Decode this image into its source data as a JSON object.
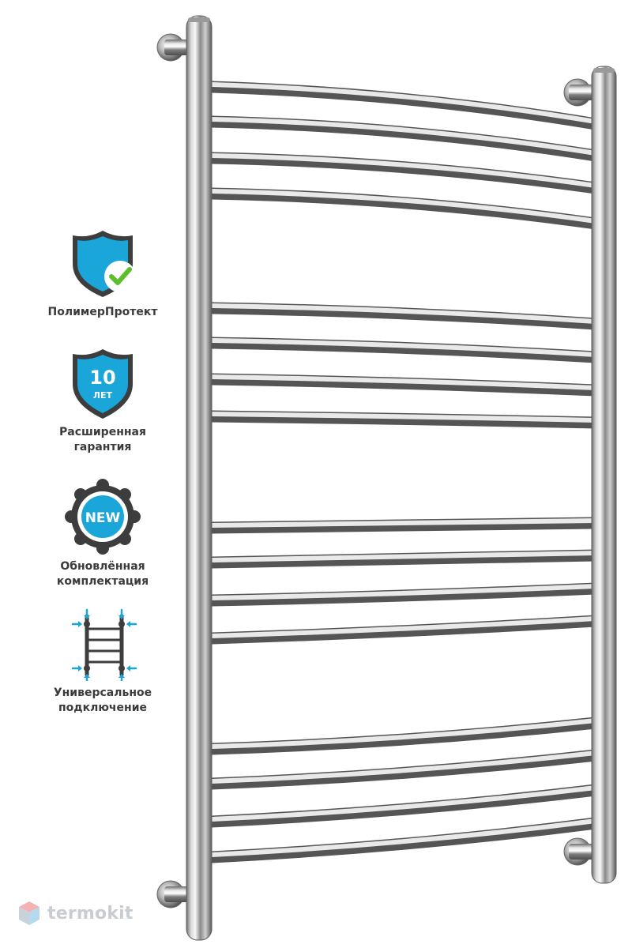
{
  "features": [
    {
      "icon": "shield-check-icon",
      "label": "ПолимерПротект"
    },
    {
      "icon": "shield-10-years-icon",
      "badge_number": "10",
      "badge_unit": "ЛЕТ",
      "label": "Расширенная\nгарантия"
    },
    {
      "icon": "new-badge-icon",
      "badge_text": "NEW",
      "label": "Обновлённая\nкомплектация"
    },
    {
      "icon": "universal-connection-icon",
      "label": "Универсальное\nподключение"
    }
  ],
  "watermark": {
    "icon": "cube-logo-icon",
    "text": "termokit"
  },
  "colors": {
    "accent_blue": "#1aa6d9",
    "icon_dark": "#3d3d3d",
    "check_green": "#5cbf2a",
    "label_text": "#3b3b3b",
    "watermark_text": "#c8cdd3"
  }
}
